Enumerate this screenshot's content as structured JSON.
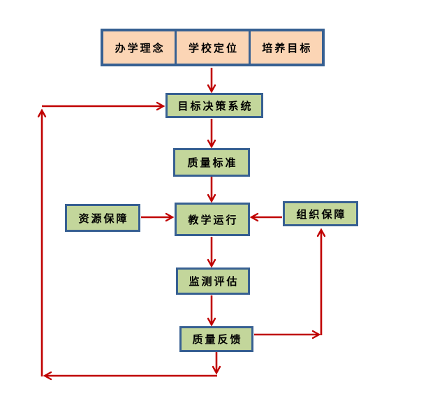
{
  "diagram": {
    "description": "Teaching quality assurance flowchart",
    "colors": {
      "box_border": "#376092",
      "top_row_fill": "#FBD5B5",
      "node_fill": "#C3D69B",
      "arrow": "#C00000",
      "text": "#000000",
      "background": "#FFFFFF"
    },
    "top_row": {
      "cells": [
        "办学理念",
        "学校定位",
        "培养目标"
      ]
    },
    "nodes": {
      "goal_decision": "目标决策系统",
      "quality_standard": "质量标准",
      "resource_support": "资源保障",
      "teaching_operation": "教学运行",
      "org_support": "组织保障",
      "monitoring_evaluation": "监测评估",
      "quality_feedback": "质量反馈"
    }
  }
}
